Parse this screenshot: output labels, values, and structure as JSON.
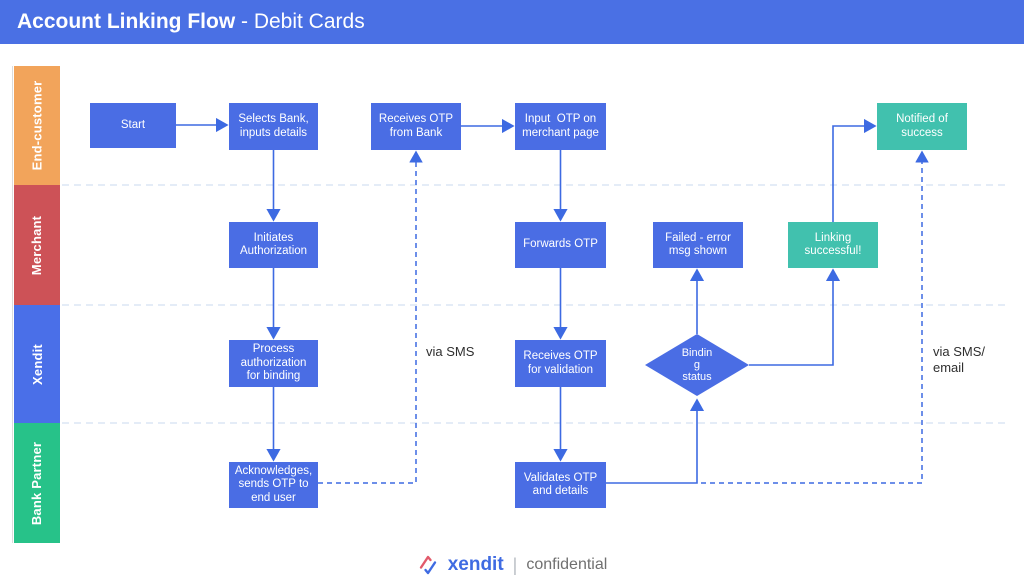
{
  "header": {
    "title_bold": "Account Linking Flow",
    "title_suffix": " - Debit Cards"
  },
  "lanes": [
    {
      "label": "End-customer",
      "color": "#f2a45b"
    },
    {
      "label": "Merchant",
      "color": "#cd5257"
    },
    {
      "label": "Xendit",
      "color": "#4a6fe8"
    },
    {
      "label": "Bank Partner",
      "color": "#27c289"
    }
  ],
  "nodes": {
    "start": {
      "lines": [
        "Start"
      ]
    },
    "selects_bank": {
      "lines": [
        "Selects Bank,",
        "inputs details"
      ]
    },
    "receives_otp_from_bank": {
      "lines": [
        "Receives OTP",
        "from Bank"
      ]
    },
    "input_otp_merchant": {
      "lines": [
        "Input  OTP on",
        "merchant page"
      ]
    },
    "notified_of_success": {
      "lines": [
        "Notified of",
        "success"
      ]
    },
    "initiates_authorization": {
      "lines": [
        "Initiates",
        "Authorization"
      ]
    },
    "forwards_otp": {
      "lines": [
        "Forwards OTP"
      ]
    },
    "failed_error_msg": {
      "lines": [
        "Failed - error",
        "msg shown"
      ]
    },
    "linking_successful": {
      "lines": [
        "Linking",
        "successful!"
      ]
    },
    "process_authorization": {
      "lines": [
        "Process",
        "authorization",
        "for binding"
      ]
    },
    "receives_otp_validation": {
      "lines": [
        "Receives OTP",
        "for validation"
      ]
    },
    "binding_status": {
      "lines": [
        "Bindin",
        "g",
        "status"
      ]
    },
    "acknowledges_sends_otp": {
      "lines": [
        "Acknowledges,",
        "sends OTP to",
        "end user"
      ]
    },
    "validates_otp": {
      "lines": [
        "Validates OTP",
        "and details"
      ]
    }
  },
  "annotations": {
    "via_sms": "via SMS",
    "via_sms_email": [
      "via SMS/",
      "email"
    ]
  },
  "footer": {
    "brand": "xendit",
    "divider": "|",
    "note": "confidential"
  },
  "colors": {
    "header_bg": "#4a70e4",
    "node_blue": "#4a6de4",
    "node_teal": "#41c1ae",
    "connector_blue": "#3d6ae2",
    "lane_separator": "#c9d8ef",
    "lane_end_customer": "#f2a45b",
    "lane_merchant": "#cd5257",
    "lane_xendit": "#4a6fe8",
    "lane_bank_partner": "#27c289",
    "brand_red": "#e25a6b",
    "brand_blue": "#3f6be2"
  }
}
